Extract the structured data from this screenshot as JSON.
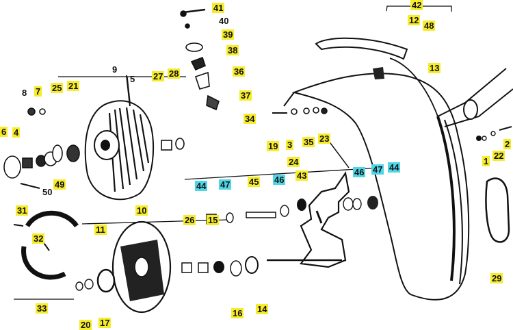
{
  "colors": {
    "highlight_yellow": "#f6ec2a",
    "highlight_cyan": "#4fd6e6",
    "ink": "#111111"
  },
  "callouts": {
    "n1": "1",
    "n2": "2",
    "n3": "3",
    "n4": "4",
    "n5": "5",
    "n6": "6",
    "n7": "7",
    "n8": "8",
    "n9": "9",
    "n10": "10",
    "n11": "11",
    "n12": "12",
    "n13": "13",
    "n14": "14",
    "n15": "15",
    "n16": "16",
    "n17": "17",
    "n19": "19",
    "n20": "20",
    "n21": "21",
    "n22": "22",
    "n23": "23",
    "n24": "24",
    "n25": "25",
    "n26": "26",
    "n27": "27",
    "n28": "28",
    "n29": "29",
    "n31": "31",
    "n32": "32",
    "n33": "33",
    "n34": "34",
    "n35": "35",
    "n36": "36",
    "n37": "37",
    "n38": "38",
    "n39": "39",
    "n40": "40",
    "n41": "41",
    "n42": "42",
    "n43": "43",
    "n44a": "44",
    "n44b": "44",
    "n45": "45",
    "n46a": "46",
    "n46b": "46",
    "n47a": "47",
    "n47b": "47",
    "n48": "48",
    "n49": "49",
    "n50": "50"
  }
}
